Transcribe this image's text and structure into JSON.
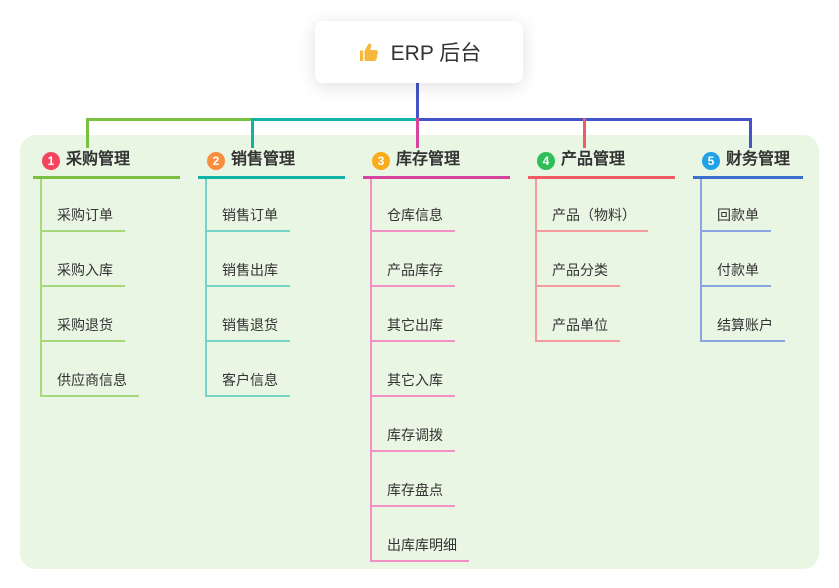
{
  "root": {
    "label": "ERP 后台",
    "icon": "thumbs-up-icon",
    "icon_color": "#f5b83d"
  },
  "connectors": {
    "trunk_color": "#4453c8"
  },
  "panel_color": "#e8f6e3",
  "branches": [
    {
      "num": "1",
      "label": "采购管理",
      "badge_color": "#f4455e",
      "line_color": "#7ac143",
      "child_line_color": "#a6d87c",
      "children": [
        "采购订单",
        "采购入库",
        "采购退货",
        "供应商信息"
      ]
    },
    {
      "num": "2",
      "label": "销售管理",
      "badge_color": "#fb8e3e",
      "line_color": "#10b3a6",
      "child_line_color": "#78d4c8",
      "children": [
        "销售订单",
        "销售出库",
        "销售退货",
        "客户信息"
      ]
    },
    {
      "num": "3",
      "label": "库存管理",
      "badge_color": "#fbab1b",
      "line_color": "#d6449e",
      "child_line_color": "#f28fc4",
      "children": [
        "仓库信息",
        "产品库存",
        "其它出库",
        "其它入库",
        "库存调拨",
        "库存盘点",
        "出库库明细"
      ]
    },
    {
      "num": "4",
      "label": "产品管理",
      "badge_color": "#2ebd57",
      "line_color": "#f25b65",
      "child_line_color": "#f59b9e",
      "children": [
        "产品（物料）",
        "产品分类",
        "产品单位"
      ]
    },
    {
      "num": "5",
      "label": "财务管理",
      "badge_color": "#21a2e6",
      "line_color": "#3d6fd1",
      "child_line_color": "#8aa5e2",
      "children": [
        "回款单",
        "付款单",
        "结算账户"
      ]
    }
  ]
}
